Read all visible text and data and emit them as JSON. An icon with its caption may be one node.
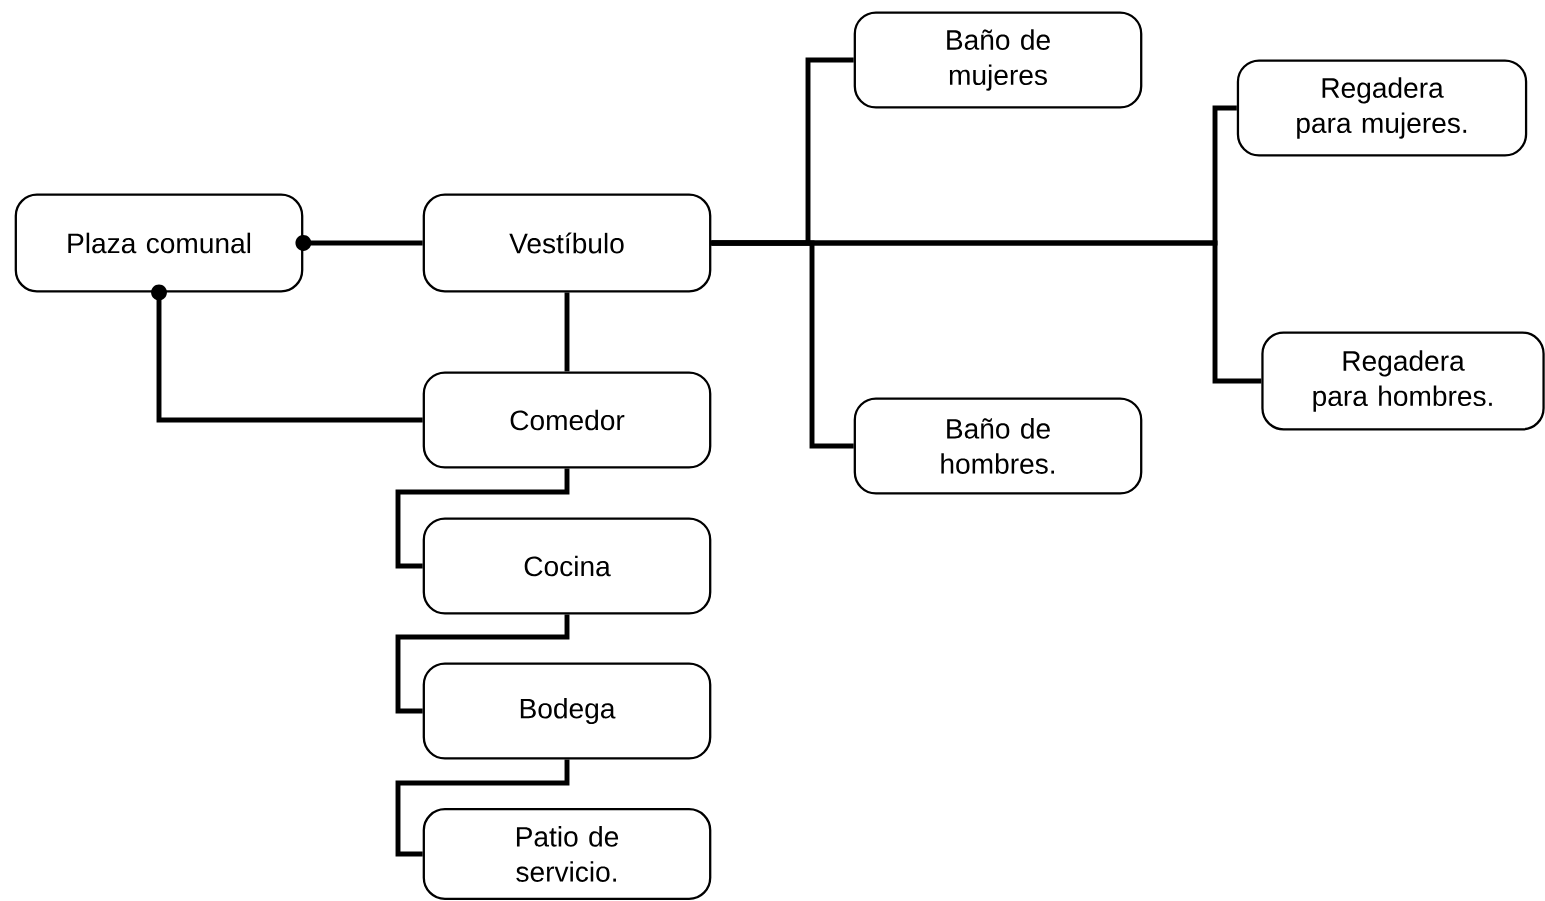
{
  "diagram": {
    "nodes": [
      {
        "text": [
          "Plaza comunal"
        ]
      },
      {
        "text": [
          "Vestíbulo"
        ]
      },
      {
        "text": [
          "Baño de mujeres"
        ]
      },
      {
        "text": [
          "Regadera para mujeres."
        ]
      },
      {
        "text": [
          "Comedor"
        ]
      },
      {
        "text": [
          "Regadera para hombres."
        ]
      },
      {
        "text": [
          "Baño de hombres."
        ]
      },
      {
        "text": [
          "Cocina"
        ]
      },
      {
        "text": [
          "Bodega"
        ]
      },
      {
        "text": [
          "Patio de servicio."
        ]
      }
    ],
    "edges": [
      {
        "from": 0,
        "to": 1,
        "arrow": "other"
      },
      {
        "from": 0,
        "to": 4,
        "arrow": "other"
      },
      {
        "from": 1,
        "to": 4,
        "arrow": "none"
      },
      {
        "from": 1,
        "to": 2,
        "arrow": "none"
      },
      {
        "from": 1,
        "to": 6,
        "arrow": "none"
      },
      {
        "from": 1,
        "to": 3,
        "arrow": "none"
      },
      {
        "from": 1,
        "to": 5,
        "arrow": "none"
      },
      {
        "from": 4,
        "to": 7,
        "arrow": "none"
      },
      {
        "from": 7,
        "to": 8,
        "arrow": "none"
      },
      {
        "from": 8,
        "to": 9,
        "arrow": "none"
      }
    ]
  }
}
